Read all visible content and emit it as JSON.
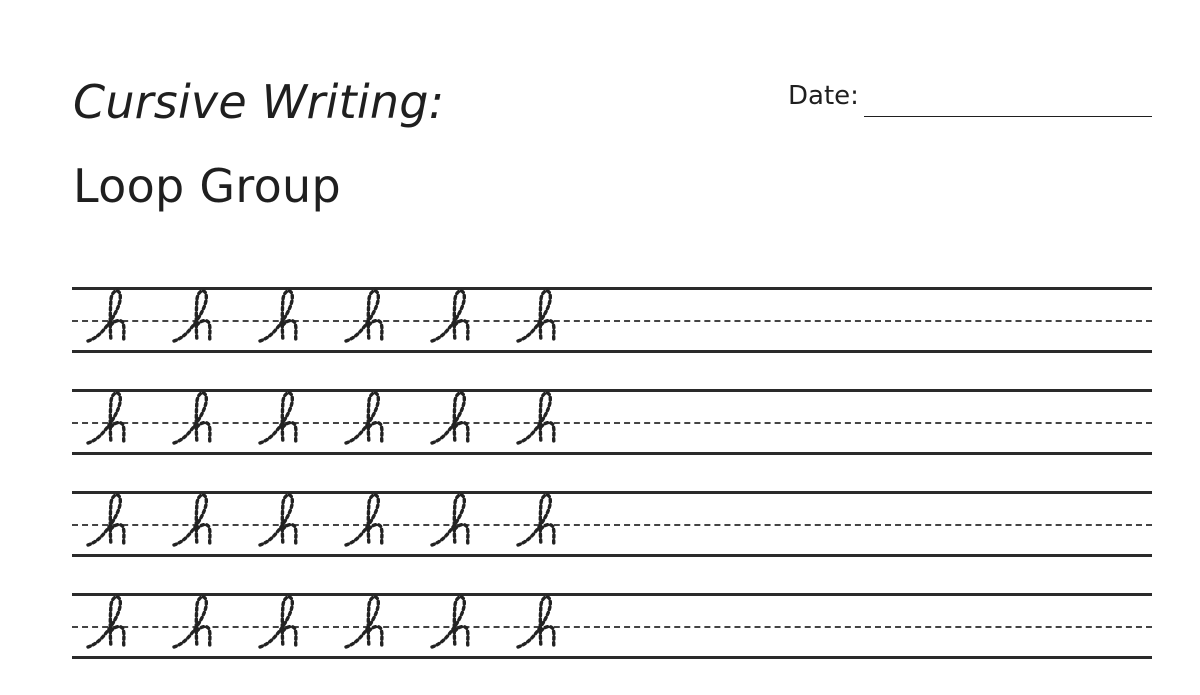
{
  "header": {
    "title": "Cursive Writing:",
    "subtitle": "Loop Group",
    "date_label": "Date:"
  },
  "practice": {
    "rows": [
      {
        "letters": [
          "h",
          "h",
          "h",
          "h",
          "h",
          "h"
        ]
      },
      {
        "letters": [
          "h",
          "h",
          "h",
          "h",
          "h",
          "h"
        ]
      },
      {
        "letters": [
          "h",
          "h",
          "h",
          "h",
          "h",
          "h"
        ]
      },
      {
        "letters": [
          "h",
          "h",
          "h",
          "h",
          "h",
          "h"
        ]
      }
    ]
  }
}
